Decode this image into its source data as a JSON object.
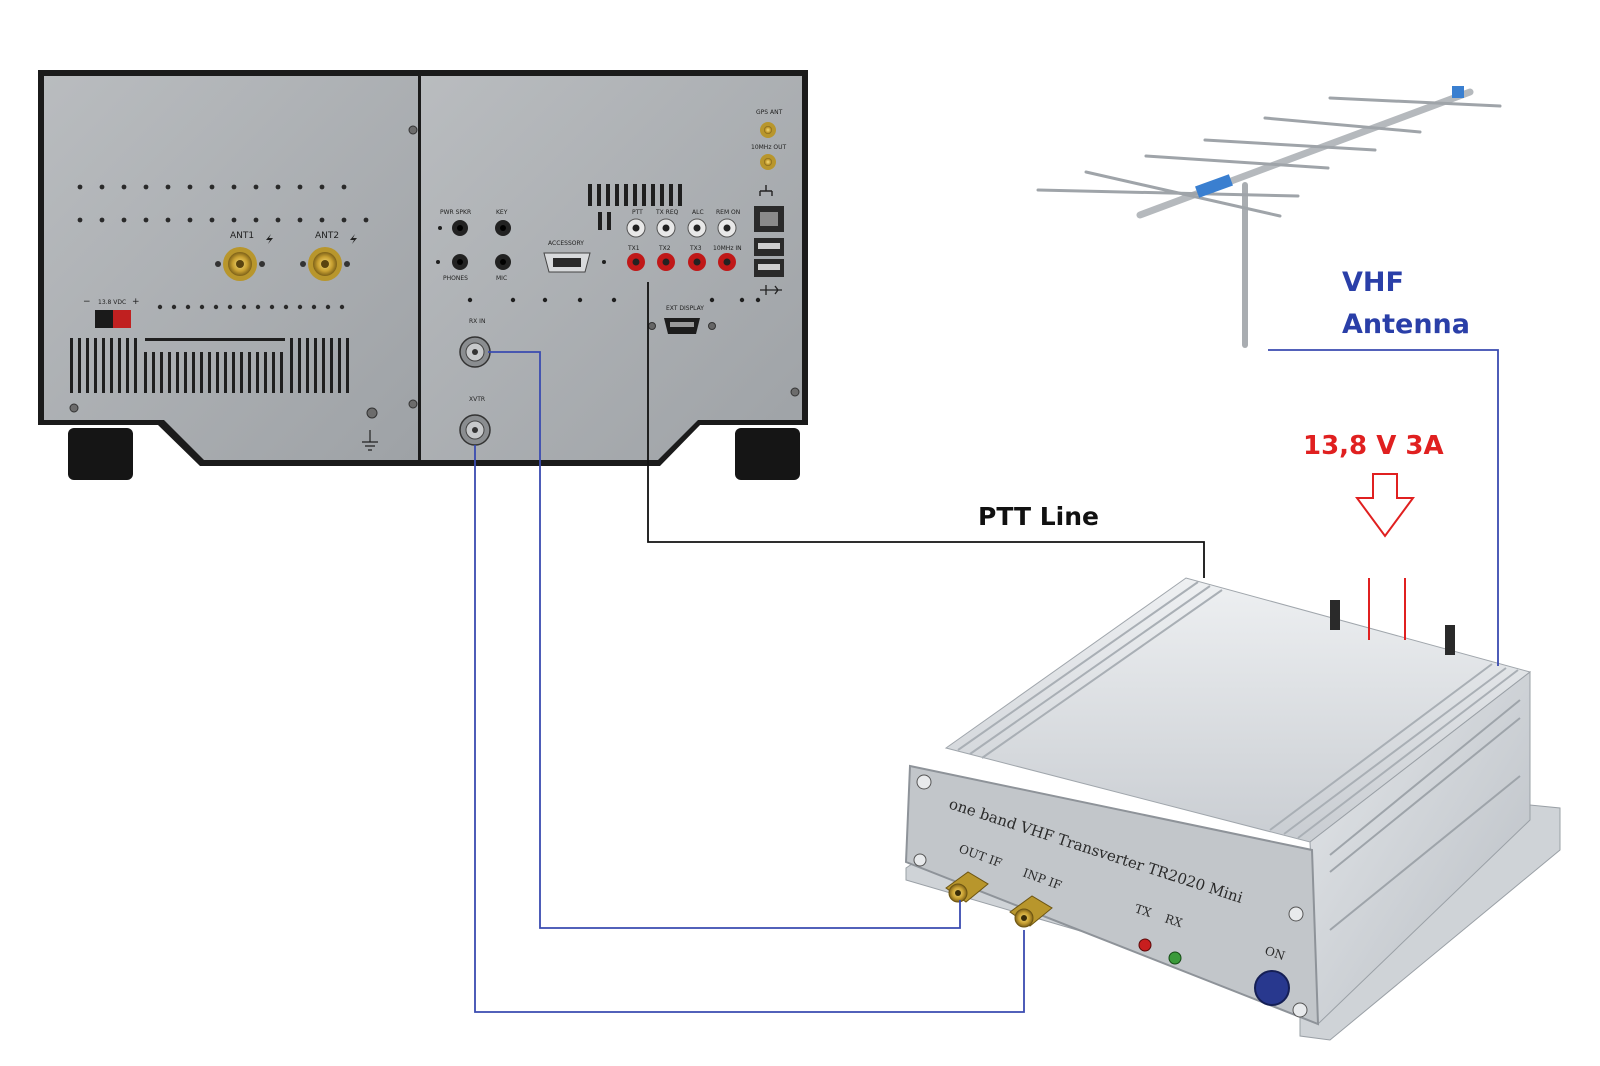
{
  "diagram": {
    "labels": {
      "vhf": "VHF",
      "antenna": "Antenna",
      "power": "13,8 V 3A",
      "ptt": "PTT Line"
    },
    "transceiver": {
      "ant1": "ANT1",
      "ant2": "ANT2",
      "dc": "13.8 VDC",
      "dc_minus": "−",
      "dc_plus": "+",
      "gps_ant": "GPS ANT",
      "ten_mhz_out": "10MHz OUT",
      "pwr_spkr": "PWR SPKR",
      "key": "KEY",
      "phones": "PHONES",
      "mic": "MIC",
      "accessory": "ACCESSORY",
      "ptt_jack": "PTT",
      "tx_req": "TX REQ",
      "alc": "ALC",
      "rem_on": "REM ON",
      "tx1": "TX1",
      "tx2": "TX2",
      "tx3": "TX3",
      "ten_mhz_in": "10MHz IN",
      "ext_display": "EXT DISPLAY",
      "rx_in": "RX IN",
      "xvtr": "XVTR"
    },
    "transverter": {
      "name": "one band VHF Transverter TR2020 Mini",
      "out_if": "OUT IF",
      "inp_if": "INP IF",
      "tx": "TX",
      "rx": "RX",
      "on": "ON"
    },
    "colors": {
      "cable_blue": "#3a4bb0",
      "power_red": "#e02020",
      "label_blue": "#2a3fa8",
      "ptt_line": "#111111"
    }
  }
}
